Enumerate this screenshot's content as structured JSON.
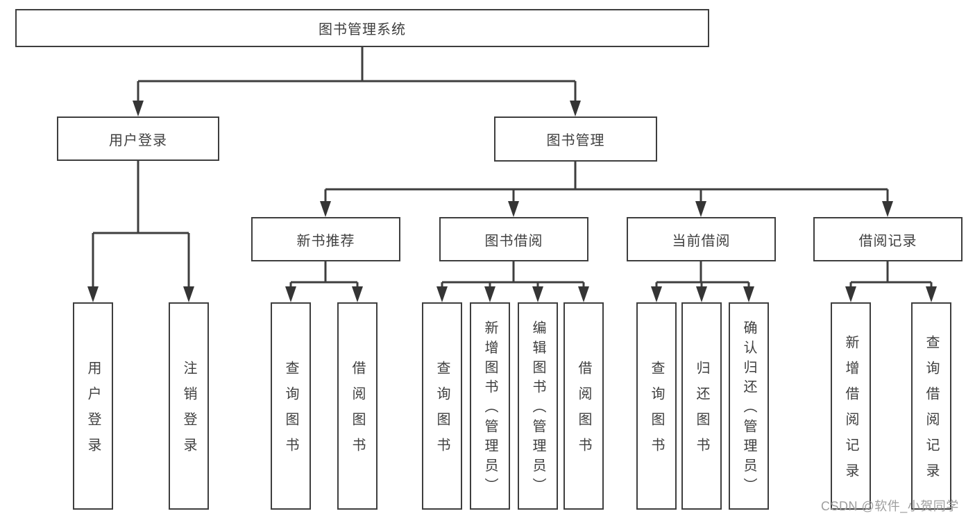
{
  "diagram": {
    "root": "图书管理系统",
    "level2": {
      "user_login": "用户登录",
      "book_mgmt": "图书管理"
    },
    "level3": {
      "new_book_rec": "新书推荐",
      "book_borrow": "图书借阅",
      "current_borrow": "当前借阅",
      "borrow_records": "借阅记录"
    },
    "leaves": {
      "login": "用户登录",
      "logout": "注销登录",
      "rec_query": "查询图书",
      "rec_borrow": "借阅图书",
      "bb_query": "查询图书",
      "bb_add": "新增图书（管理员）",
      "bb_edit": "编辑图书（管理员）",
      "bb_borrow": "借阅图书",
      "cb_query": "查询图书",
      "cb_return": "归还图书",
      "cb_confirm": "确认归还（管理员）",
      "br_add": "新增借阅记录",
      "br_query": "查询借阅记录"
    }
  },
  "watermark": "CSDN @软件_小贺同学",
  "colors": {
    "line": "#3e3e3e",
    "arrow": "#353535",
    "text": "#3f3f3f",
    "watermark_text": "#9e9e9e",
    "background": "#ffffff"
  }
}
